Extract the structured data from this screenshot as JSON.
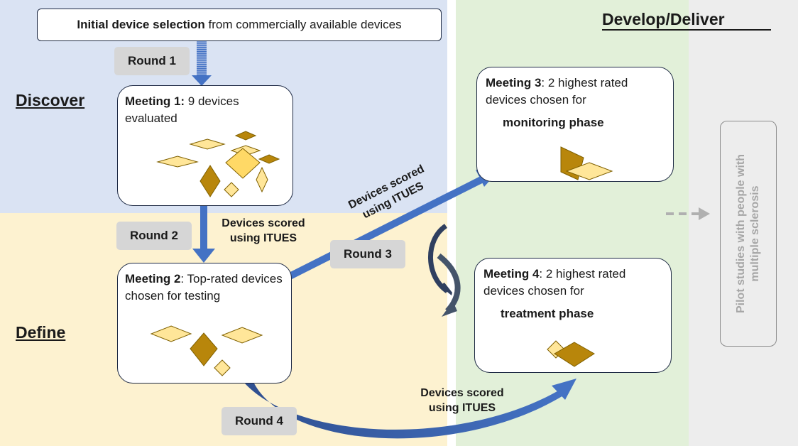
{
  "phases": {
    "discover": "Discover",
    "define": "Define",
    "develop_deliver": "Develop/Deliver"
  },
  "initial": {
    "bold": "Initial device selection",
    "rest": " from commercially available devices"
  },
  "rounds": {
    "r1": "Round 1",
    "r2": "Round 2",
    "r3": "Round 3",
    "r4": "Round 4"
  },
  "meeting1": {
    "bold": "Meeting 1:",
    "rest": " 9 devices evaluated"
  },
  "meeting2": {
    "bold": "Meeting 2",
    "rest": ": Top-rated devices chosen for testing"
  },
  "meeting3": {
    "bold": "Meeting 3",
    "rest": ": 2 highest rated devices chosen for",
    "phase": "monitoring phase"
  },
  "meeting4": {
    "bold": "Meeting 4",
    "rest": ": 2 highest rated devices chosen for",
    "phase": "treatment phase"
  },
  "scored": {
    "line1": "Devices scored",
    "line2": "using ITUES"
  },
  "pilot": {
    "line1": "Pilot studies with people with",
    "line2": "multiple sclerosis"
  },
  "colors": {
    "discover_bg": "#dae3f3",
    "define_bg": "#fdf2d0",
    "develop_bg": "#e2f0d9",
    "pilot_bg": "#ededed",
    "arrow_blue": "#4472c4",
    "device_dark": "#b8860b",
    "device_light": "#ffe699"
  }
}
